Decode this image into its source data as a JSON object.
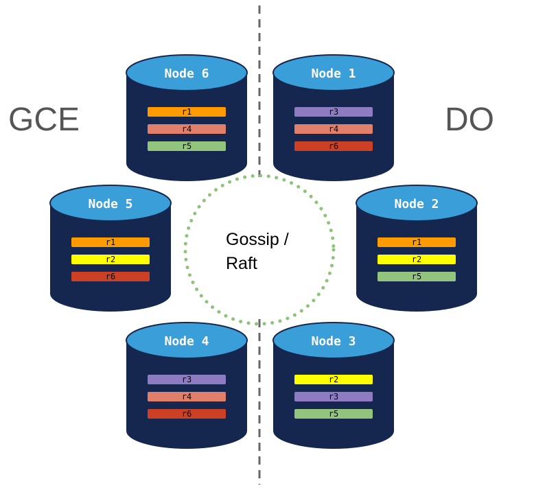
{
  "regions": {
    "left": "GCE",
    "right": "DO"
  },
  "center": {
    "line1": "Gossip /",
    "line2": "Raft"
  },
  "colors": {
    "cylinder_body": "#16274f",
    "cylinder_top": "#3a9fd8",
    "divider": "#666666",
    "gossip_ring": "#8fc27d",
    "r1": "#ff9a00",
    "r2": "#ffff00",
    "r3": "#8e7cc3",
    "r4": "#e0806a",
    "r5": "#93c47d",
    "r6": "#cc4125"
  },
  "nodes": [
    {
      "id": "node-6",
      "title": "Node 6",
      "replicas": [
        "r1",
        "r4",
        "r5"
      ]
    },
    {
      "id": "node-1",
      "title": "Node 1",
      "replicas": [
        "r3",
        "r4",
        "r6"
      ]
    },
    {
      "id": "node-5",
      "title": "Node 5",
      "replicas": [
        "r1",
        "r2",
        "r6"
      ]
    },
    {
      "id": "node-2",
      "title": "Node 2",
      "replicas": [
        "r1",
        "r2",
        "r5"
      ]
    },
    {
      "id": "node-4",
      "title": "Node 4",
      "replicas": [
        "r3",
        "r4",
        "r6"
      ]
    },
    {
      "id": "node-3",
      "title": "Node 3",
      "replicas": [
        "r2",
        "r3",
        "r5"
      ]
    }
  ]
}
